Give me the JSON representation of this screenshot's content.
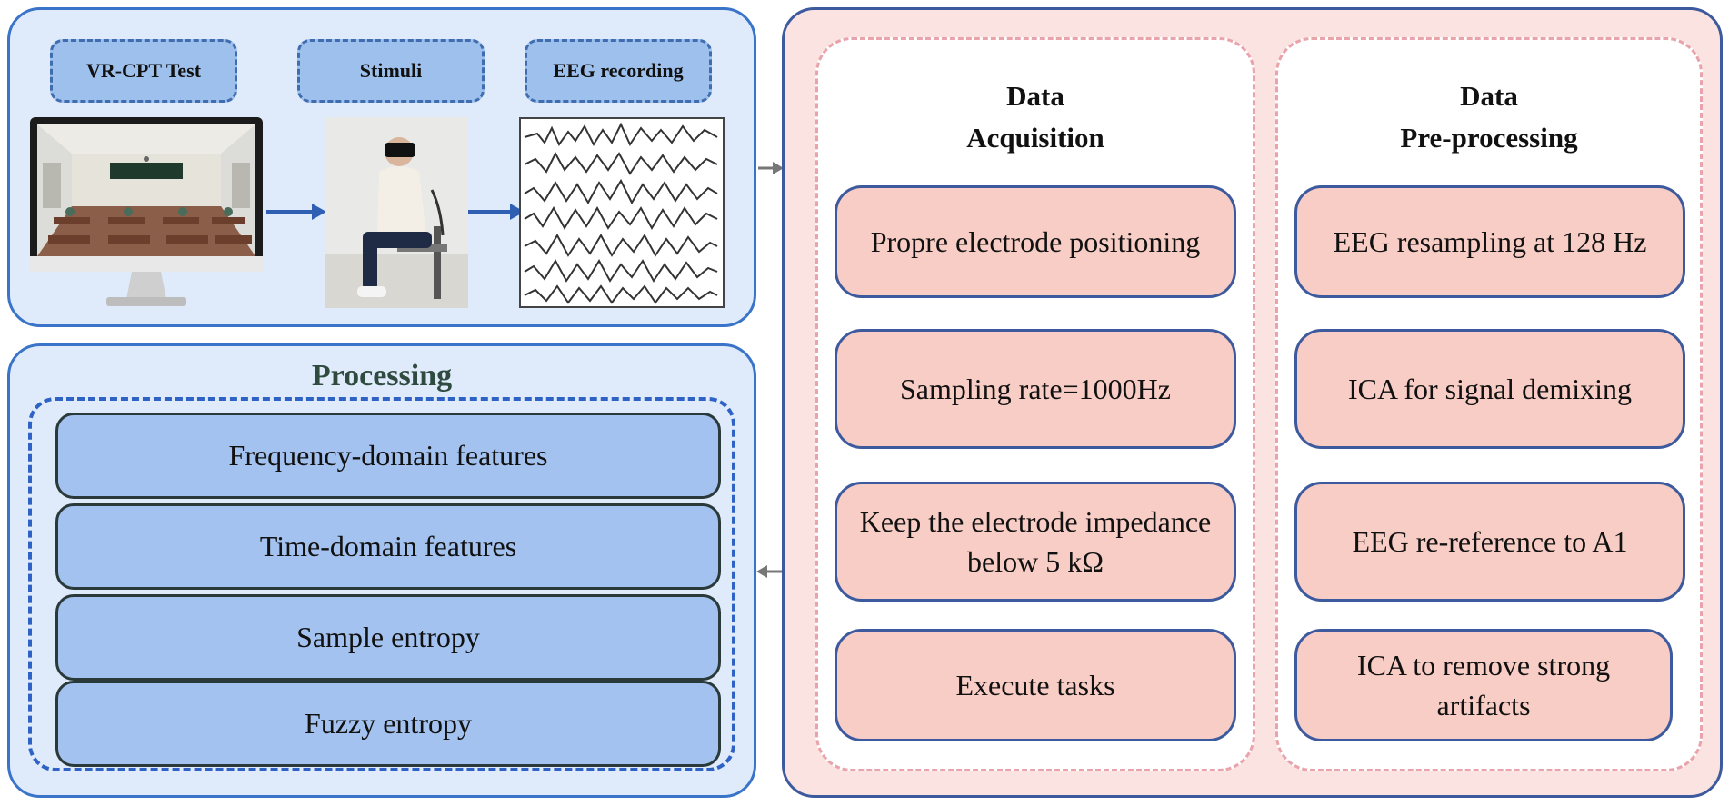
{
  "experiment": {
    "labels": [
      "VR-CPT Test",
      "Stimuli",
      "EEG recording"
    ]
  },
  "processing": {
    "title": "Processing",
    "features": [
      "Frequency-domain features",
      "Time-domain features",
      "Sample entropy",
      "Fuzzy entropy"
    ]
  },
  "acquisition": {
    "title_line1": "Data",
    "title_line2": "Acquisition",
    "steps": [
      "Propre electrode positioning",
      "Sampling rate=1000Hz",
      "Keep the electrode impedance below 5 kΩ",
      "Execute tasks"
    ]
  },
  "preprocessing": {
    "title_line1": "Data",
    "title_line2": "Pre-processing",
    "steps": [
      "EEG resampling at 128 Hz",
      "ICA for signal demixing",
      "EEG re-reference to A1",
      "ICA to remove strong artifacts"
    ]
  },
  "colors": {
    "blue_panel": "#dfeafb",
    "blue_border": "#3a74c9",
    "pink_panel": "#fbe3e1",
    "pink_box": "#f8cdc5",
    "feature_box": "#a3c2ef"
  },
  "icons": [
    "monitor-classroom-icon",
    "vr-headset-person-icon",
    "eeg-waveform-icon"
  ]
}
